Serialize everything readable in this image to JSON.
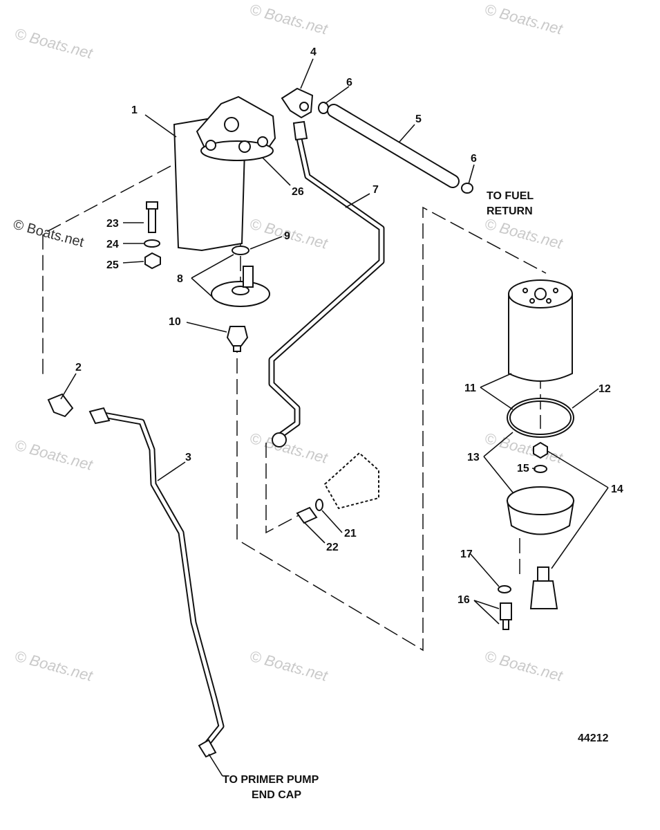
{
  "watermark": "© Boats.net",
  "figure_number": "44212",
  "callouts": {
    "c1": "1",
    "c2": "2",
    "c3": "3",
    "c4": "4",
    "c5": "5",
    "c6a": "6",
    "c6b": "6",
    "c7": "7",
    "c8": "8",
    "c9": "9",
    "c10": "10",
    "c11": "11",
    "c12": "12",
    "c13": "13",
    "c14": "14",
    "c15": "15",
    "c16": "16",
    "c17": "17",
    "c21": "21",
    "c22": "22",
    "c23": "23",
    "c24": "24",
    "c25": "25",
    "c26": "26"
  },
  "captions": {
    "fuel_return_1": "TO FUEL",
    "fuel_return_2": "RETURN",
    "primer_1": "TO PRIMER PUMP",
    "primer_2": "END CAP"
  }
}
